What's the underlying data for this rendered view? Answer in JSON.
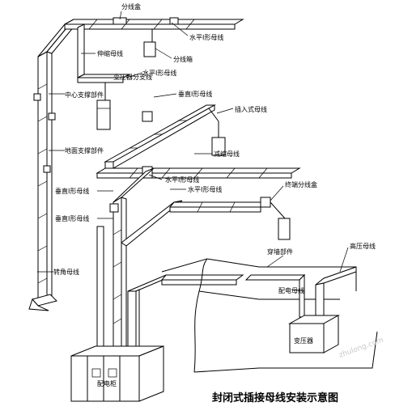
{
  "labels": {
    "branch_box_top": "分线盒",
    "horizontal_1": "水平I形母线",
    "horizontal_2": "水平I形母线",
    "horizontal_3": "水平I形母线",
    "horizontal_4": "水平I形母线",
    "branch_box_mid": "分线箱",
    "reducer_top": "伸缩母线",
    "reducer_mid": "减缩母线",
    "transformer_box": "变压器分支线",
    "center_support": "中心支撑部件",
    "vertical_1": "垂直I形母线",
    "vertical_2": "垂直I形母线",
    "vertical_3": "垂直I形母线",
    "plug_in": "插入式母线",
    "floor_support": "地面支撑部件",
    "branch_box_right": "终端分线盒",
    "wall_support": "穿墙部件",
    "high_voltage": "高压母线",
    "dist_busbar": "配电母线",
    "corner_busbar": "转角母线",
    "transformer": "变压器",
    "switchgear": "配电柜"
  },
  "title": "封闭式插接母线安装示意图",
  "watermark": "zhulong.com"
}
